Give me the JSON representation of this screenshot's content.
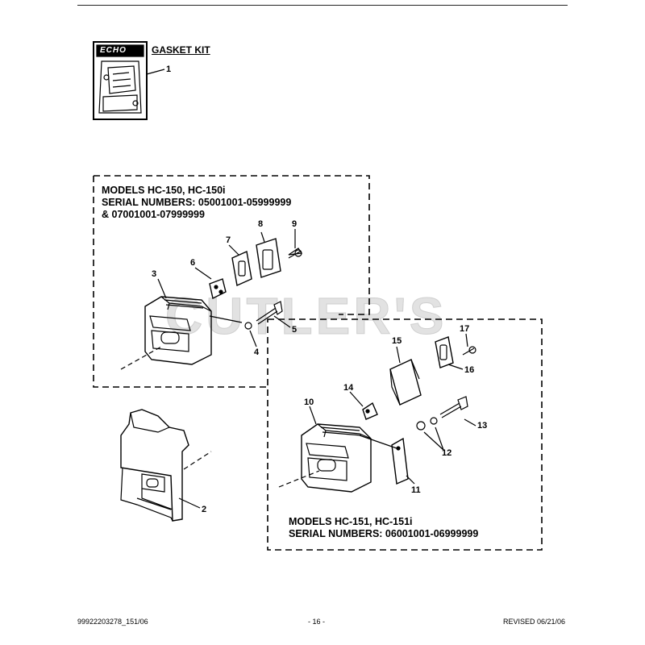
{
  "gasket_kit": {
    "logo_text": "ECHO",
    "title": "GASKET KIT",
    "callout": "1"
  },
  "box_150": {
    "line1": "MODELS HC-150, HC-150i",
    "line2": "SERIAL NUMBERS: 05001001-05999999",
    "line3": "& 07001001-07999999"
  },
  "box_151": {
    "line1": "MODELS HC-151, HC-151i",
    "line2": "SERIAL NUMBERS: 06001001-06999999"
  },
  "callouts": {
    "c2": "2",
    "c3": "3",
    "c4": "4",
    "c5": "5",
    "c6": "6",
    "c7": "7",
    "c8": "8",
    "c9": "9",
    "c10": "10",
    "c11": "11",
    "c12": "12",
    "c13": "13",
    "c14": "14",
    "c15": "15",
    "c16": "16",
    "c17": "17"
  },
  "watermark": "CUTLER'S",
  "footer": {
    "left": "99922203278_151/06",
    "center": "- 16 -",
    "right": "REVISED 06/21/06"
  }
}
